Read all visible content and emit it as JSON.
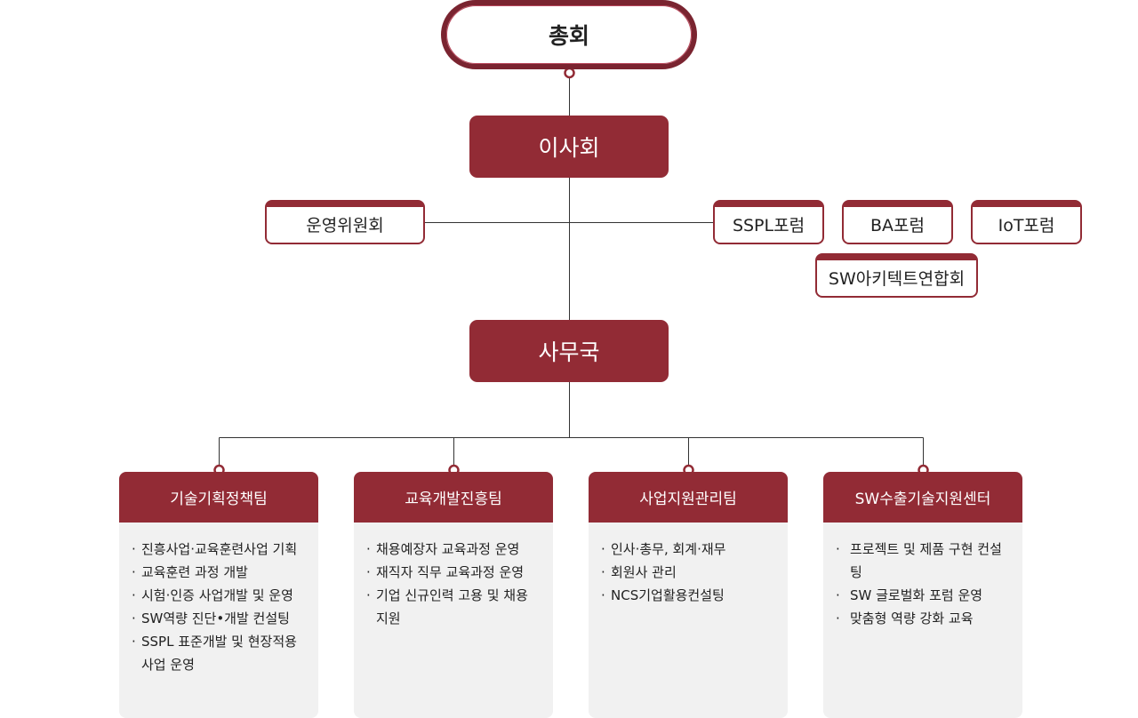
{
  "assembly": {
    "label": "총회"
  },
  "board": {
    "label": "이사회"
  },
  "office": {
    "label": "사무국"
  },
  "committees": [
    {
      "label": "운영위원회"
    },
    {
      "label": "SSPL포럼"
    },
    {
      "label": "BA포럼"
    },
    {
      "label": "IoT포럼"
    },
    {
      "label": "SW아키텍트연합회"
    }
  ],
  "bullet": "·",
  "teams": [
    {
      "title": "기술기획정책팀",
      "items": [
        "진흥사업·교육훈련사업 기획",
        "교육훈련 과정 개발",
        "시험·인증 사업개발 및 운영",
        "SW역량 진단•개발 컨설팅",
        "SSPL 표준개발 및 현장적용 사업 운영"
      ]
    },
    {
      "title": "교육개발진흥팀",
      "items": [
        "채용예장자 교육과정 운영",
        "재직자 직무 교육과정 운영",
        "기업 신규인력 고용 및 채용 지원"
      ]
    },
    {
      "title": "사업지원관리팀",
      "items": [
        "인사·총무, 회계·재무",
        "회원사 관리",
        "NCS기업활용컨설팅"
      ]
    },
    {
      "title": "SW수출기술지원센터",
      "items": [
        "프로젝트 및 제품 구현 컨설팅",
        "SW 글로벌화 포럼 운영",
        "맞춤형 역량 강화 교육"
      ]
    }
  ],
  "colors": {
    "primary": "#922b35",
    "assembly_border": "#7a2430",
    "line": "#333333",
    "team_bg": "#f1f1f1"
  }
}
